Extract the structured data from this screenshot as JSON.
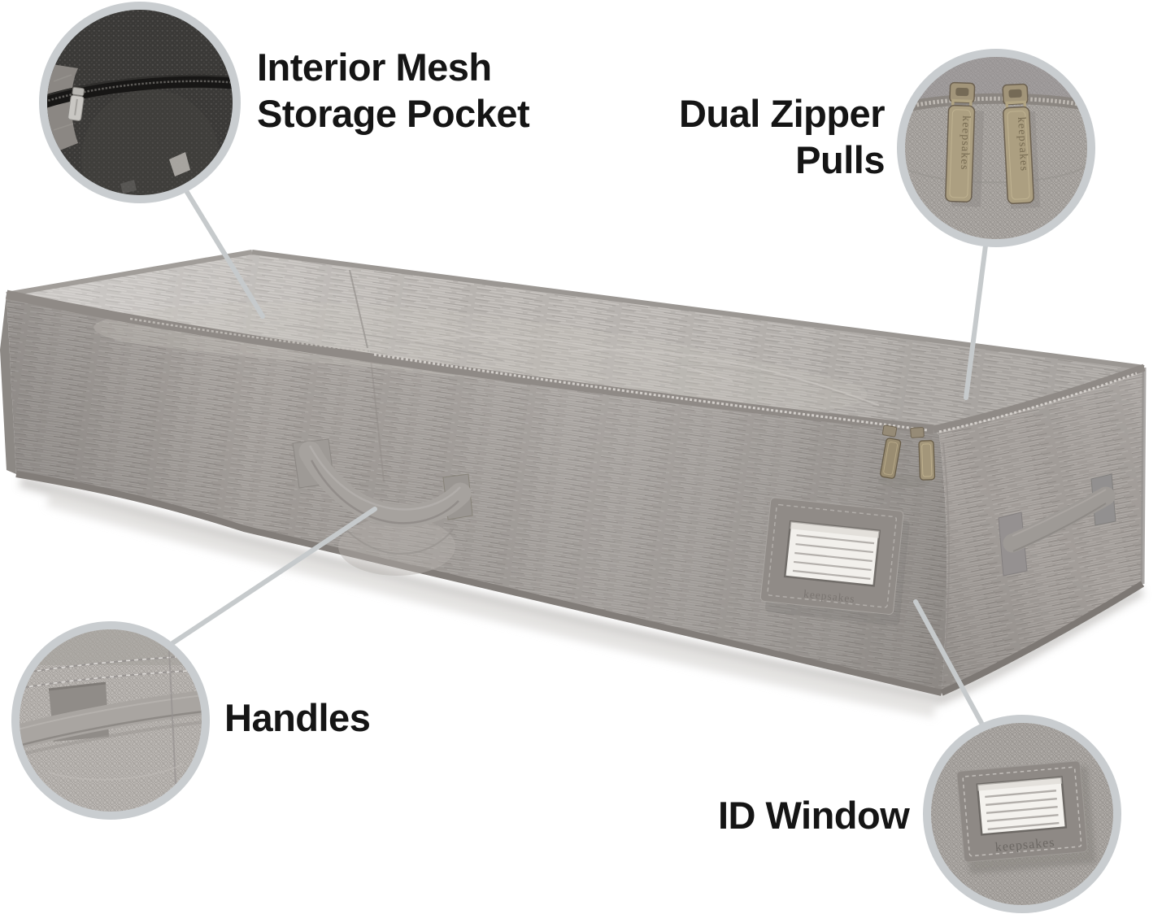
{
  "style": {
    "background": "#ffffff",
    "text_color": "#151515",
    "callout_ring": "#c9cdd0",
    "connector_line": "#c6cacc",
    "fabric_lid": "#b8b4b0",
    "fabric_front": "#a8a39f",
    "fabric_right": "#a29d99",
    "trim": "#8f8a86",
    "metal_pull": "#ac9f81",
    "id_card": "#f4f2ee"
  },
  "callouts": {
    "interior_mesh": {
      "label": "Interior Mesh\nStorage Pocket"
    },
    "dual_zipper": {
      "label": "Dual Zipper\nPulls"
    },
    "handles": {
      "label": "Handles"
    },
    "id_window": {
      "label": "ID Window"
    }
  },
  "product": {
    "brand": "keepsakes"
  }
}
